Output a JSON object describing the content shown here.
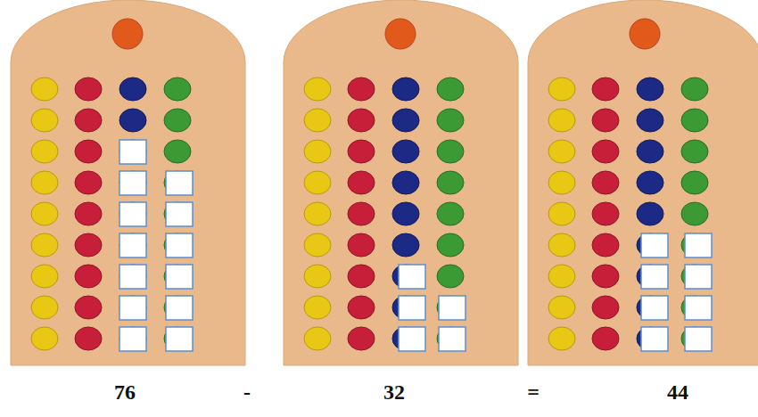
{
  "diagram": {
    "labels": [
      "76",
      "-",
      "32",
      "=",
      "44"
    ]
  }
}
